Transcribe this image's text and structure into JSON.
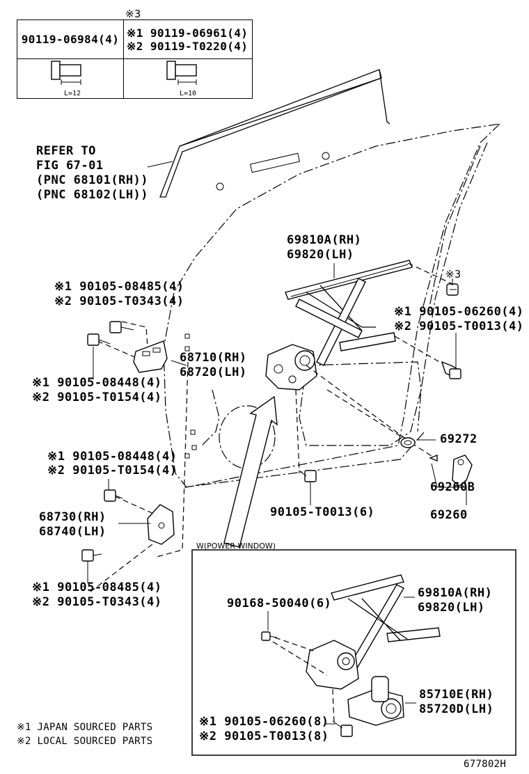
{
  "fastener_table": {
    "note_mark": "※3",
    "col1": {
      "part": "90119-06984(4)",
      "length": "L=12"
    },
    "col2": {
      "part1": "※1 90119-06961(4)",
      "part2": "※2 90119-T0220(4)",
      "length": "L=10"
    }
  },
  "refer": {
    "line1": "REFER TO",
    "line2": "FIG 67-01",
    "line3": "(PNC 68101(RH))",
    "line4": "(PNC 68102(LH))"
  },
  "regulator": {
    "rh": "69810A(RH)",
    "lh": "69820(LH)"
  },
  "regulator_bolt_3": "※3",
  "bolt_a": {
    "p1": "※1 90105-06260(4)",
    "p2": "※2 90105-T0013(4)"
  },
  "upper_hinge_bolt": {
    "p1": "※1 90105-08485(4)",
    "p2": "※2 90105-T0343(4)"
  },
  "upper_hinge": {
    "rh": "68710(RH)",
    "lh": "68720(LH)"
  },
  "upper_hinge_bolt2": {
    "p1": "※1 90105-08448(4)",
    "p2": "※2 90105-T0154(4)"
  },
  "lower_hinge_bolt": {
    "p1": "※1 90105-08448(4)",
    "p2": "※2 90105-T0154(4)"
  },
  "lower_hinge": {
    "rh": "68730(RH)",
    "lh": "68740(LH)"
  },
  "lower_hinge_bolt2": {
    "p1": "※1 90105-08485(4)",
    "p2": "※2 90105-T0343(4)"
  },
  "washer": "69272",
  "handle": {
    "sub": "69260B",
    "assy": "69260"
  },
  "bottom_bolt": "90105-T0013(6)",
  "power_window": {
    "title": "W(POWER WINDOW)",
    "screw": "90168-50040(6)",
    "regulator_rh": "69810A(RH)",
    "regulator_lh": "69820(LH)",
    "motor_rh": "85710E(RH)",
    "motor_lh": "85720D(LH)",
    "bolt_p1": "※1 90105-06260(8)",
    "bolt_p2": "※2 90105-T0013(8)"
  },
  "legend": {
    "l1": "※1 JAPAN SOURCED PARTS",
    "l2": "※2 LOCAL SOURCED PARTS"
  },
  "figure_id": "677802H"
}
